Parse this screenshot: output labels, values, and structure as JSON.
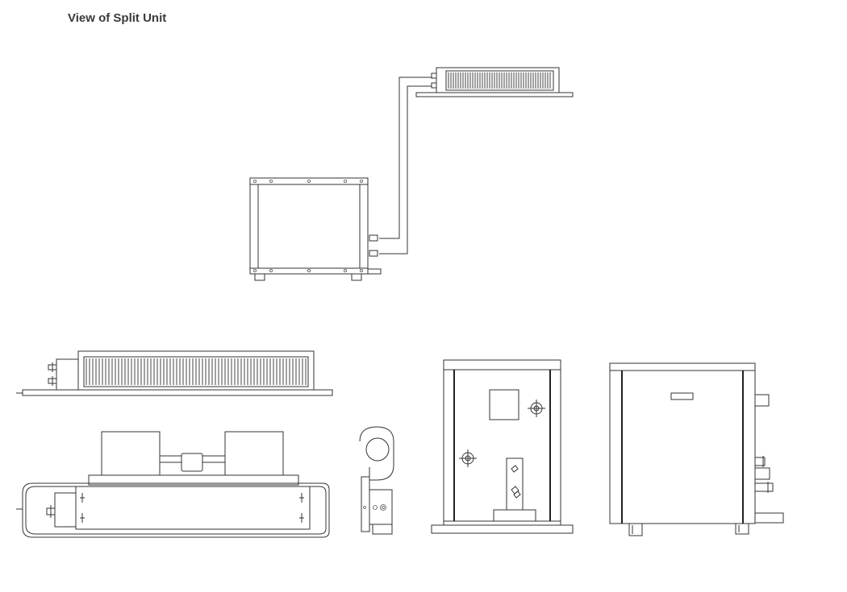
{
  "page": {
    "title": "View of Split Unit"
  },
  "colors": {
    "line": "#333333",
    "background": "#ffffff",
    "title_text": "#3a3a3a"
  },
  "views": [
    "isometric-assembly",
    "indoor-unit-front",
    "indoor-unit-top",
    "indoor-unit-side",
    "outdoor-unit-front",
    "outdoor-unit-side"
  ]
}
